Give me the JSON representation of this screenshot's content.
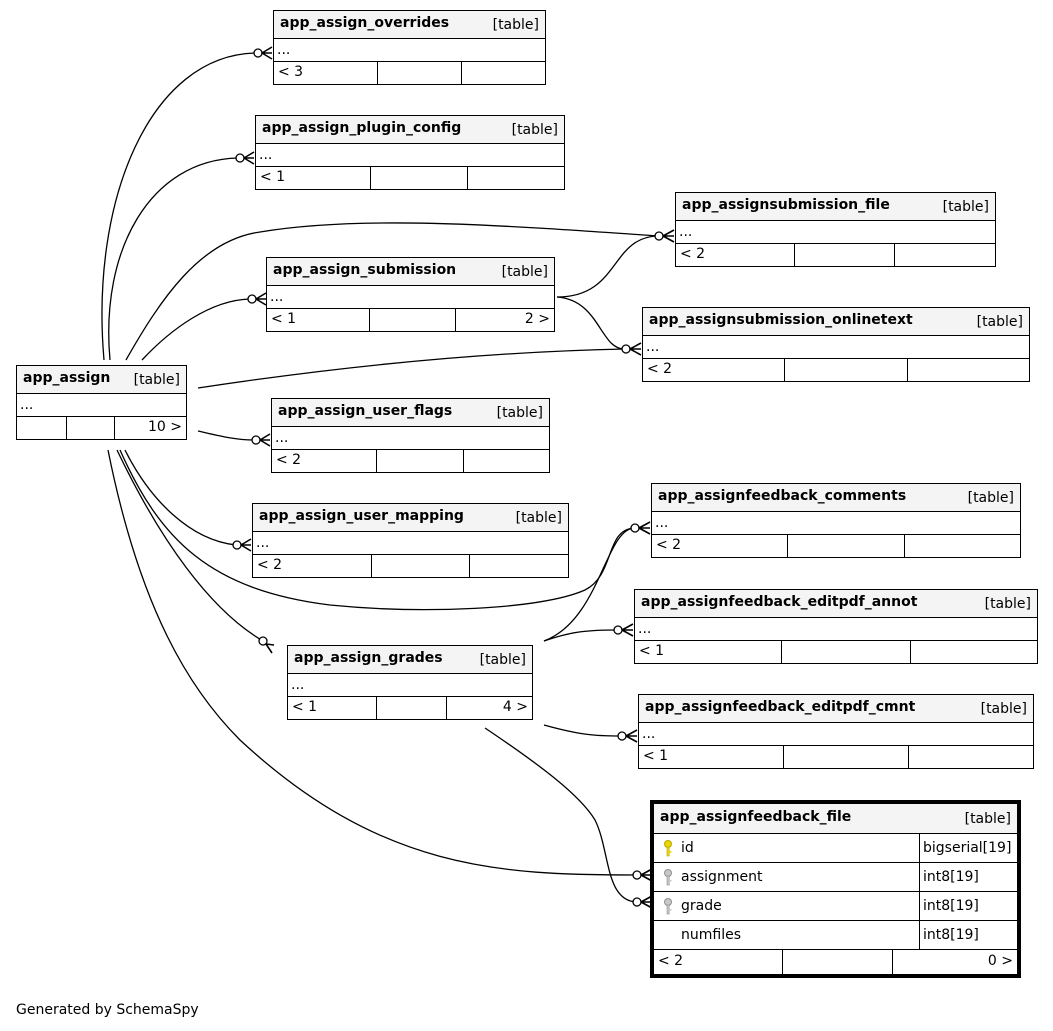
{
  "tables": {
    "app_assign_overrides": {
      "name": "app_assign_overrides",
      "tag": "[table]",
      "ellipsis": "...",
      "footer": [
        "< 3",
        "",
        ""
      ]
    },
    "app_assign_plugin_config": {
      "name": "app_assign_plugin_config",
      "tag": "[table]",
      "ellipsis": "...",
      "footer": [
        "< 1",
        "",
        ""
      ]
    },
    "app_assignsubmission_file": {
      "name": "app_assignsubmission_file",
      "tag": "[table]",
      "ellipsis": "...",
      "footer": [
        "< 2",
        "",
        ""
      ]
    },
    "app_assign_submission": {
      "name": "app_assign_submission",
      "tag": "[table]",
      "ellipsis": "...",
      "footer": [
        "< 1",
        "",
        "2 >"
      ]
    },
    "app_assignsubmission_onlinetext": {
      "name": "app_assignsubmission_onlinetext",
      "tag": "[table]",
      "ellipsis": "...",
      "footer": [
        "< 2",
        "",
        ""
      ]
    },
    "app_assign": {
      "name": "app_assign",
      "tag": "[table]",
      "ellipsis": "...",
      "footer": [
        "",
        "",
        "10 >"
      ]
    },
    "app_assign_user_flags": {
      "name": "app_assign_user_flags",
      "tag": "[table]",
      "ellipsis": "...",
      "footer": [
        "< 2",
        "",
        ""
      ]
    },
    "app_assign_user_mapping": {
      "name": "app_assign_user_mapping",
      "tag": "[table]",
      "ellipsis": "...",
      "footer": [
        "< 2",
        "",
        ""
      ]
    },
    "app_assignfeedback_comments": {
      "name": "app_assignfeedback_comments",
      "tag": "[table]",
      "ellipsis": "...",
      "footer": [
        "< 2",
        "",
        ""
      ]
    },
    "app_assignfeedback_editpdf_annot": {
      "name": "app_assignfeedback_editpdf_annot",
      "tag": "[table]",
      "ellipsis": "...",
      "footer": [
        "< 1",
        "",
        ""
      ]
    },
    "app_assign_grades": {
      "name": "app_assign_grades",
      "tag": "[table]",
      "ellipsis": "...",
      "footer": [
        "< 1",
        "",
        "4 >"
      ]
    },
    "app_assignfeedback_editpdf_cmnt": {
      "name": "app_assignfeedback_editpdf_cmnt",
      "tag": "[table]",
      "ellipsis": "...",
      "footer": [
        "< 1",
        "",
        ""
      ]
    }
  },
  "focus_table": {
    "name": "app_assignfeedback_file",
    "tag": "[table]",
    "columns": [
      {
        "name": "id",
        "type": "bigserial[19]",
        "key": "primary"
      },
      {
        "name": "assignment",
        "type": "int8[19]",
        "key": "foreign"
      },
      {
        "name": "grade",
        "type": "int8[19]",
        "key": "foreign"
      },
      {
        "name": "numfiles",
        "type": "int8[19]",
        "key": "none"
      }
    ],
    "footer": [
      "< 2",
      "",
      "0 >"
    ]
  },
  "colors": {
    "primary_key": "#e8d800",
    "foreign_key": "#a8a8a8",
    "header_bg": "#f4f4f4"
  },
  "footer_text": "Generated by SchemaSpy"
}
